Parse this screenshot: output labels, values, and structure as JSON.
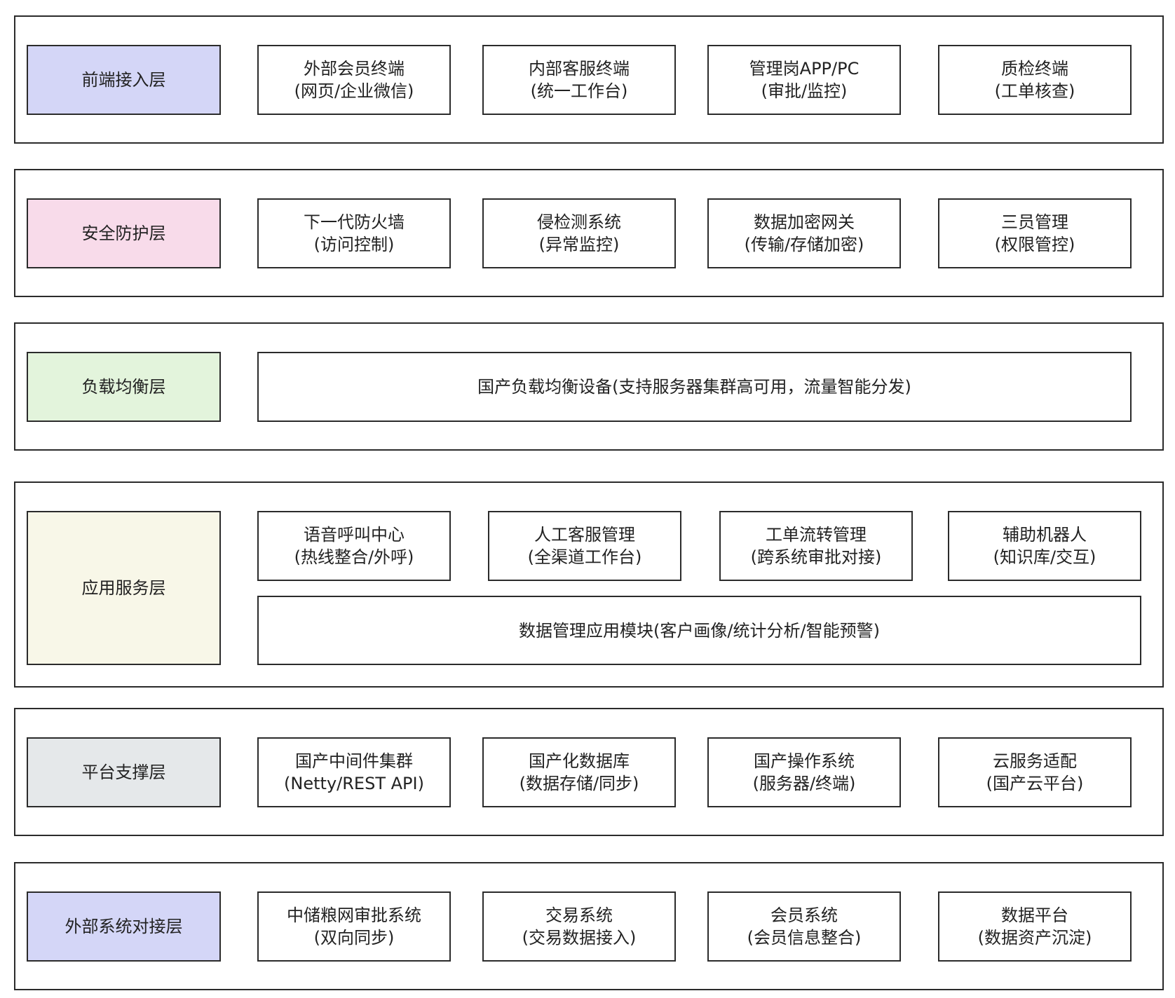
{
  "layers": [
    {
      "name": "前端接入层",
      "color": "#d4d6f7",
      "items": [
        {
          "line1": "外部会员终端",
          "line2": "(网页/企业微信)"
        },
        {
          "line1": "内部客服终端",
          "line2": "(统一工作台)"
        },
        {
          "line1": "管理岗APP/PC",
          "line2": "(审批/监控)"
        },
        {
          "line1": "质检终端",
          "line2": "(工单核查)"
        }
      ]
    },
    {
      "name": "安全防护层",
      "color": "#f8dbea",
      "items": [
        {
          "line1": "下一代防火墙",
          "line2": "(访问控制)"
        },
        {
          "line1": "侵检测系统",
          "line2": "(异常监控)"
        },
        {
          "line1": "数据加密网关",
          "line2": "(传输/存储加密)"
        },
        {
          "line1": "三员管理",
          "line2": "(权限管控)"
        }
      ]
    },
    {
      "name": "负载均衡层",
      "color": "#e3f4dc",
      "items": [
        {
          "line1": "国产负载均衡设备(支持服务器集群高可用，流量智能分发)"
        }
      ]
    },
    {
      "name": "应用服务层",
      "color": "#f8f7e8",
      "items": [
        {
          "line1": "语音呼叫中心",
          "line2": "(热线整合/外呼)"
        },
        {
          "line1": "人工客服管理",
          "line2": "(全渠道工作台)"
        },
        {
          "line1": "工单流转管理",
          "line2": "(跨系统审批对接)"
        },
        {
          "line1": "辅助机器人",
          "line2": "(知识库/交互)"
        },
        {
          "line1": "数据管理应用模块(客户画像/统计分析/智能预警)"
        }
      ]
    },
    {
      "name": "平台支撑层",
      "color": "#e5e8ea",
      "items": [
        {
          "line1": "国产中间件集群",
          "line2": "(Netty/REST API)"
        },
        {
          "line1": "国产化数据库",
          "line2": "(数据存储/同步)"
        },
        {
          "line1": "国产操作系统",
          "line2": "(服务器/终端)"
        },
        {
          "line1": "云服务适配",
          "line2": "(国产云平台)"
        }
      ]
    },
    {
      "name": "外部系统对接层",
      "color": "#d4d6f7",
      "items": [
        {
          "line1": "中储粮网审批系统",
          "line2": "(双向同步)"
        },
        {
          "line1": "交易系统",
          "line2": "(交易数据接入)"
        },
        {
          "line1": "会员系统",
          "line2": "(会员信息整合)"
        },
        {
          "line1": "数据平台",
          "line2": "(数据资产沉淀)"
        }
      ]
    }
  ]
}
